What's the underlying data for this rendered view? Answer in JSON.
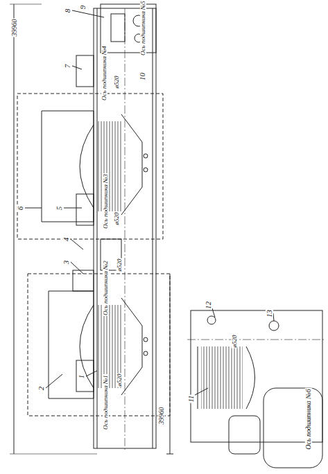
{
  "diagram": {
    "labels": [
      "39960",
      "39960",
      "1",
      "2",
      "3",
      "4",
      "5",
      "6",
      "7",
      "8",
      "9",
      "10",
      "11",
      "12",
      "13",
      "Ось подшипника №1",
      "Ось подшипника №2",
      "Ось подшипника №3",
      "Ось подшипника №4",
      "Ось подшипника №5",
      "ø520",
      "ø520",
      "ø520",
      "ø520",
      "ø520",
      "Ось подшипника №6"
    ]
  }
}
